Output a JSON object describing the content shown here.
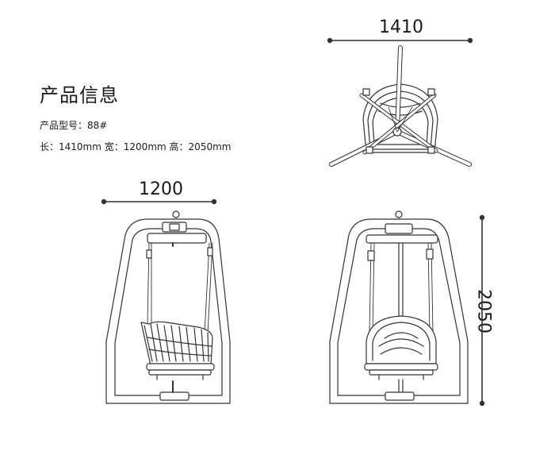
{
  "info": {
    "title": "产品信息",
    "model_label": "产品型号：",
    "model_value": "88#",
    "length_label": "长：",
    "length_value": "1410mm",
    "width_label": "宽：",
    "width_value": "1200mm",
    "height_label": "高：",
    "height_value": "2050mm"
  },
  "dimensions": {
    "top_width": "1410",
    "side_width": "1200",
    "front_height": "2050"
  },
  "colors": {
    "line": "#333333",
    "fill": "#ffffff"
  }
}
